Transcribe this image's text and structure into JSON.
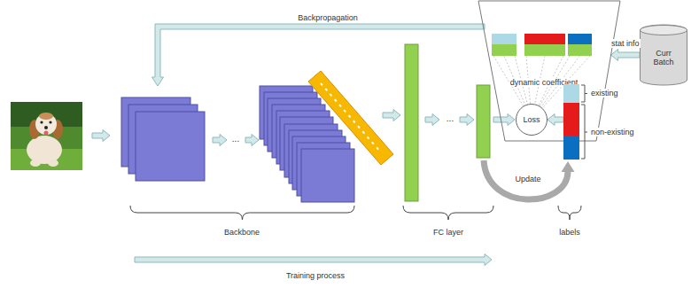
{
  "diagram": {
    "nodes": [
      {
        "text": [
          "dynamic coefficient"
        ]
      },
      {
        "text": [
          "Loss"
        ],
        "in": 0
      },
      {
        "text": [
          "Curr Batch"
        ]
      },
      {
        "text": [
          "existing",
          "non-existing"
        ]
      }
    ],
    "edges": [
      {
        "from": 2,
        "to": 0,
        "arrow": "to",
        "label": "stat info"
      },
      {
        "from": 3,
        "to": 1,
        "arrow": "to"
      }
    ],
    "labels": [
      "Backpropagation",
      "...",
      "...",
      "Update",
      "Backbone",
      "FC layer",
      "labels",
      "Training process"
    ]
  }
}
